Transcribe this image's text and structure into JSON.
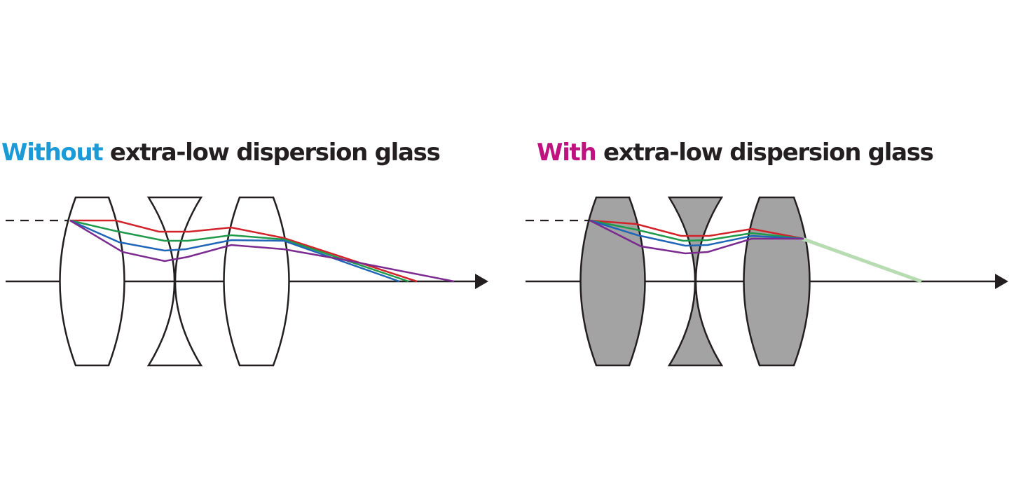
{
  "colors": {
    "text": "#231f20",
    "without_highlight": "#1a9ad6",
    "with_highlight": "#c0127f",
    "lens_plain_fill": "#ffffff",
    "lens_ed_fill": "#a3a3a3",
    "outline": "#231f20",
    "ray_red": "#d2232a",
    "ray_green": "#1f9a4a",
    "ray_blue": "#2066b8",
    "ray_violet": "#7b2a8f",
    "combined_ray": "#b8dcb2"
  },
  "panels": {
    "without": {
      "title_highlight": "Without",
      "title_rest": " extra-low dispersion glass"
    },
    "with": {
      "title_highlight": "With",
      "title_rest": " extra-low dispersion glass"
    }
  }
}
